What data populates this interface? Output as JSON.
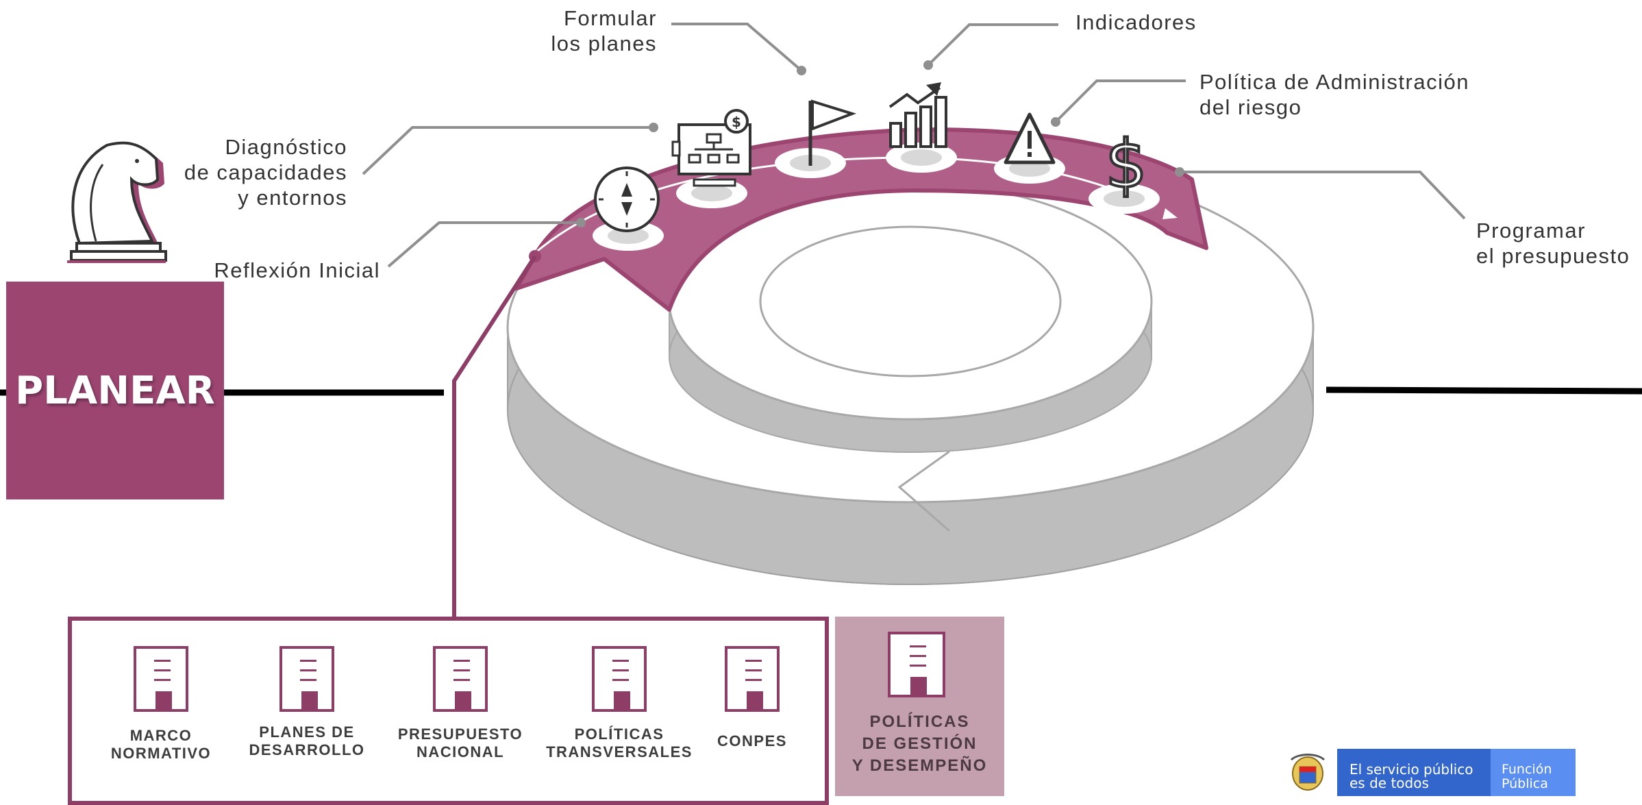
{
  "title": "PLANEAR",
  "steps": {
    "reflexion": "Reflexión Inicial",
    "diagnostico": "Diagnóstico\nde capacidades\ny entornos",
    "formular": "Formular\nlos planes",
    "indicadores": "Indicadores",
    "riesgo": "Política de Administración\ndel riesgo",
    "presupuesto": "Programar\nel presupuesto"
  },
  "documents": [
    {
      "label": "MARCO\nNORMATIVO"
    },
    {
      "label": "PLANES DE\nDESARROLLO"
    },
    {
      "label": "PRESUPUESTO\nNACIONAL"
    },
    {
      "label": "POLÍTICAS\nTRANSVERSALES"
    },
    {
      "label": "CONPES"
    }
  ],
  "politicas_gestion": "POLÍTICAS\nDE GESTIÓN\nY DESEMPEÑO",
  "footer": {
    "tagline": "El servicio público\nes de todos",
    "brand": "Función\nPública"
  },
  "colors": {
    "accent": "#9c4571",
    "arc": "#b05f89",
    "light_accent": "#c4a0ae",
    "platform": "#c4c4c4",
    "footer_blue": "#3366cc",
    "footer_light_blue": "#5a8ef0"
  },
  "icons": [
    "knight-icon",
    "compass-icon",
    "org-chart-icon",
    "flag-icon",
    "bar-chart-icon",
    "warning-icon",
    "dollar-icon",
    "document-icon",
    "coat-of-arms-icon"
  ]
}
